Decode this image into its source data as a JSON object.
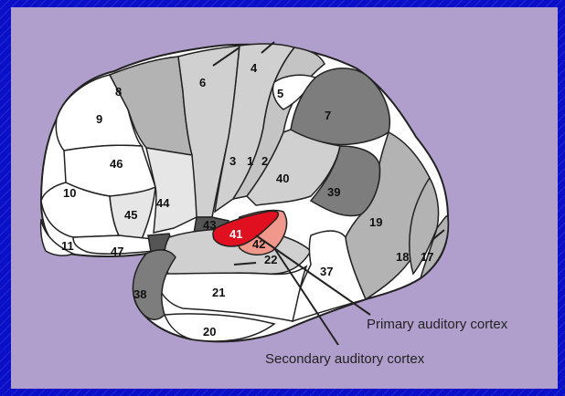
{
  "colors": {
    "background": "#0a10c8",
    "panel": "#b09fcc",
    "white_region": "#ffffff",
    "light_gray_region": "#d9d9d9",
    "mid_gray_region": "#b3b3b3",
    "dark_gray_region": "#7d7d7d",
    "primary_auditory": "#e01020",
    "secondary_auditory": "#f0988c"
  },
  "labels": {
    "a1": "1",
    "a2": "2",
    "a3": "3",
    "a4": "4",
    "a5": "5",
    "a6": "6",
    "a7": "7",
    "a8": "8",
    "a9": "9",
    "a10": "10",
    "a11": "11",
    "a17": "17",
    "a18": "18",
    "a19": "19",
    "a20": "20",
    "a21": "21",
    "a22": "22",
    "a37": "37",
    "a38": "38",
    "a39": "39",
    "a40": "40",
    "a41": "41",
    "a42": "42",
    "a43": "43",
    "a44": "44",
    "a45": "45",
    "a46": "46",
    "a47": "47"
  },
  "callouts": {
    "primary": "Primary auditory cortex",
    "secondary": "Secondary auditory cortex"
  }
}
